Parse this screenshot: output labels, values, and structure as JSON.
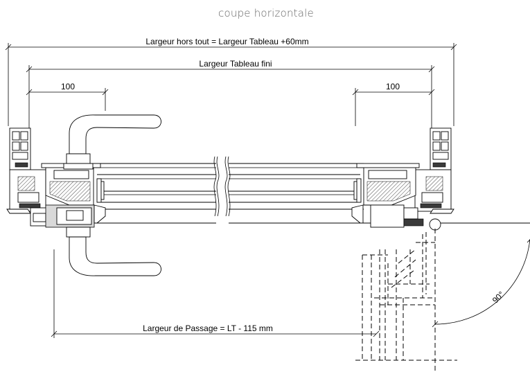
{
  "title": "coupe horizontale",
  "dimensions": {
    "overall_width": "Largeur hors tout = Largeur Tableau +60mm",
    "finished_opening": "Largeur Tableau fini",
    "left_offset": "100",
    "right_offset": "100",
    "passage_width": "Largeur de Passage = LT - 115 mm",
    "opening_angle": "90°"
  }
}
